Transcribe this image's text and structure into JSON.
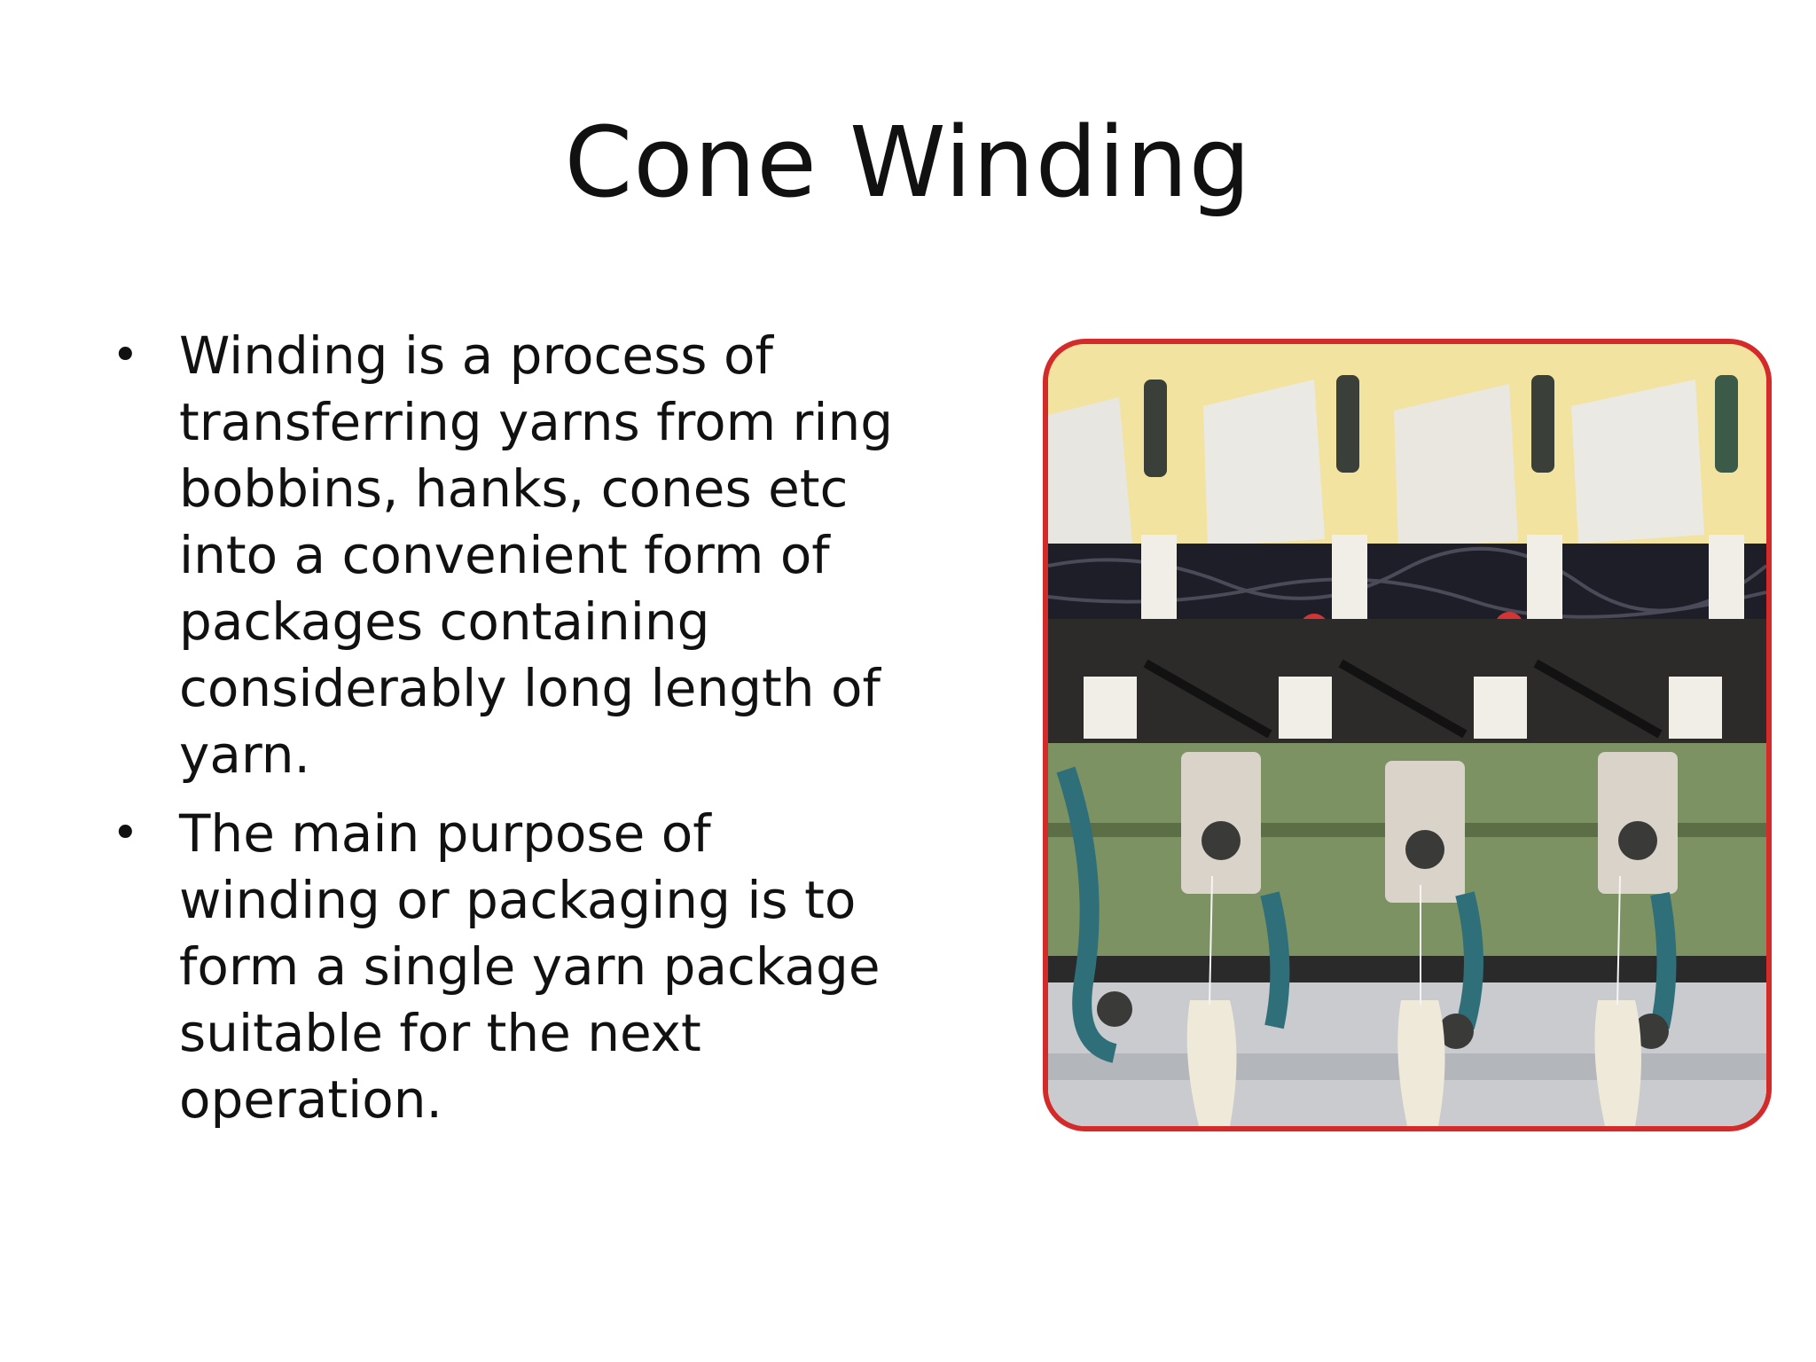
{
  "slide": {
    "title": "Cone Winding",
    "bullets": [
      {
        "lines": [
          "Winding is a process of",
          "transferring yarns from ring",
          "bobbins, hanks, cones etc",
          "into a convenient form of",
          "packages containing",
          "considerably long length of",
          "yarn."
        ]
      },
      {
        "lines": [
          "The main purpose of",
          "winding or packaging is to",
          "form a single yarn package",
          "suitable for the next",
          "operation."
        ]
      }
    ],
    "bullet_glyph": "•"
  },
  "photo": {
    "subject": "cone-winding-machine",
    "colors": {
      "frame": "#d42a2a",
      "background": "#f3e3a0",
      "cone": "#e8e6e0",
      "drum": "#1e1e28",
      "panel": "#7d9262",
      "rail": "#2a2a2a",
      "base": "#c9cbcf",
      "arm": "#2f6f7a",
      "accent_red": "#d33535",
      "bobbin": "#efe9da"
    }
  }
}
